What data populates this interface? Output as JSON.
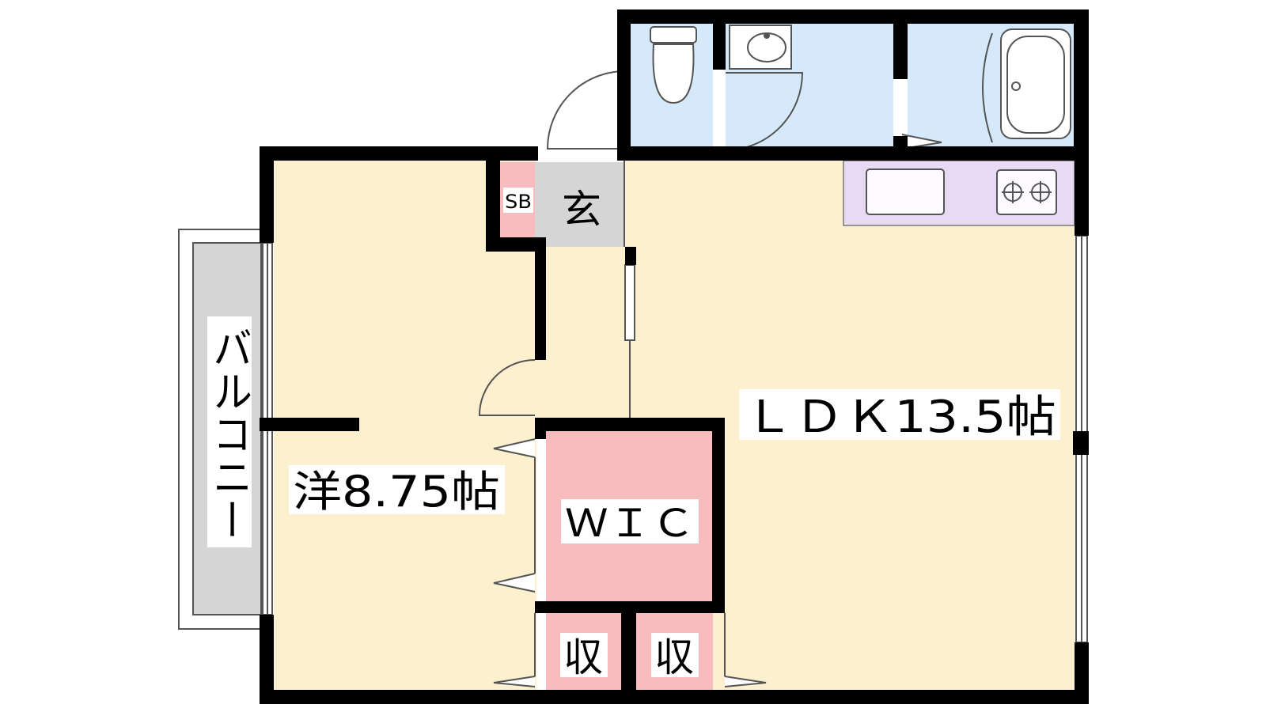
{
  "floor_plan": {
    "rooms": {
      "western_room": {
        "label": "洋8.75帖"
      },
      "ldk": {
        "label": "ＬＤＫ13.5帖"
      },
      "walk_in_closet": {
        "label": "ＷＩＣ"
      },
      "storage_left": {
        "label": "収"
      },
      "storage_right": {
        "label": "収"
      },
      "entrance": {
        "label": "玄"
      },
      "shoe_box": {
        "label": "SB"
      },
      "balcony": {
        "label": "バルコニー"
      }
    },
    "colors": {
      "room_fill": "#fdf0cf",
      "wet_area_fill": "#d6e9fb",
      "closet_fill": "#f9bcbe",
      "entrance_fill": "#d5d5d5",
      "kitchen_fill": "#e8daf2",
      "balcony_fill": "#d5d5d5",
      "wall": "#000000"
    }
  }
}
